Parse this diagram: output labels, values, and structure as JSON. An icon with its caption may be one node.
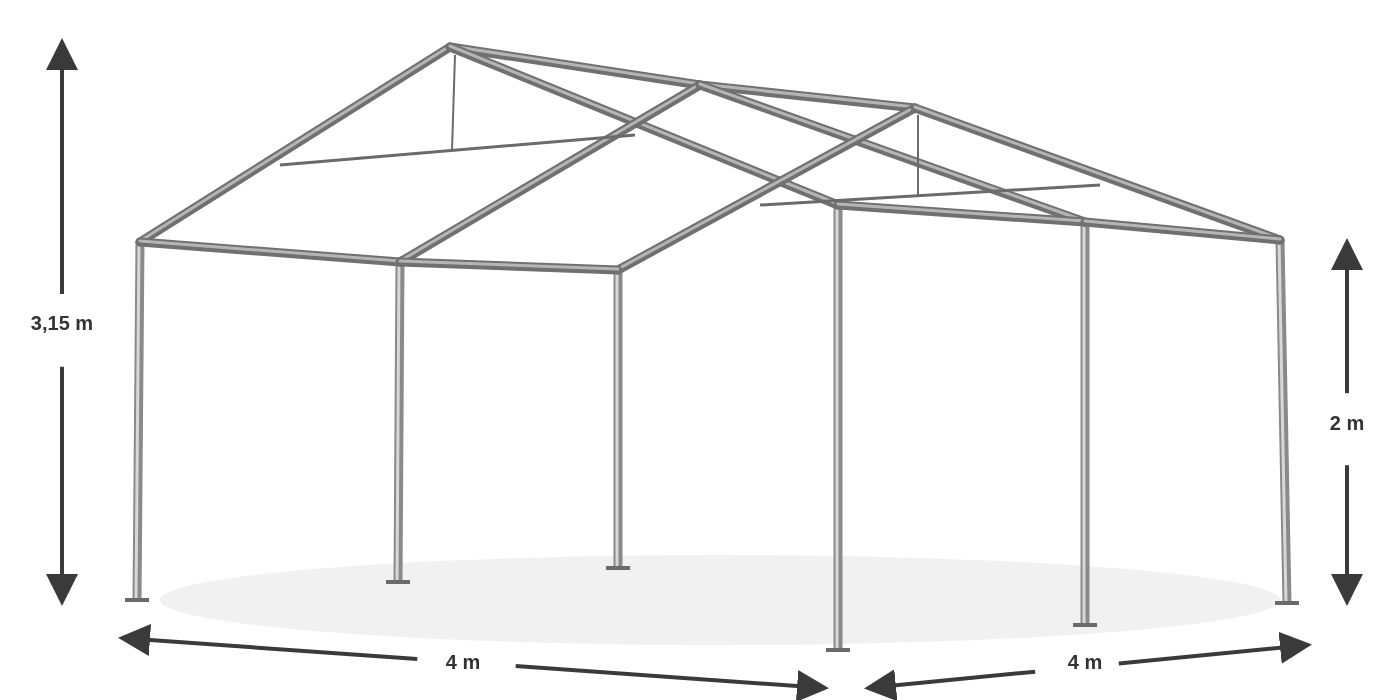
{
  "diagram": {
    "labels": [
      "3,15 m",
      "2 m",
      "4 m",
      "4 m"
    ]
  }
}
